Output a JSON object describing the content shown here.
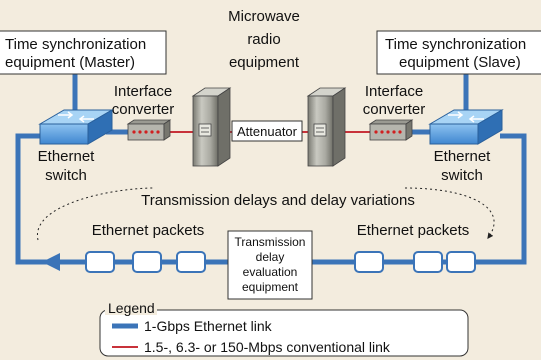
{
  "labels": {
    "master_box": [
      "Time synchronization",
      "equipment (Master)"
    ],
    "slave_box": [
      "Time synchronization",
      "equipment (Slave)"
    ],
    "microwave": [
      "Microwave",
      "radio",
      "equipment"
    ],
    "iface_left": [
      "Interface",
      "converter"
    ],
    "iface_right": [
      "Interface",
      "converter"
    ],
    "attenuator": "Attenuator",
    "switch_left": [
      "Ethernet",
      "switch"
    ],
    "switch_right": [
      "Ethernet",
      "switch"
    ],
    "transmission_delays": "Transmission delays and delay variations",
    "packets_left": "Ethernet packets",
    "packets_right": "Ethernet packets",
    "evaluation": [
      "Transmission",
      "delay",
      "evaluation",
      "equipment"
    ]
  },
  "legend": {
    "title": "Legend",
    "items": [
      {
        "label": "1-Gbps Ethernet link",
        "color": "#3b74b8",
        "style": "thick"
      },
      {
        "label": "1.5-, 6.3- or 150-Mbps conventional link",
        "color": "#c8323a",
        "style": "thin"
      }
    ]
  },
  "colors": {
    "background": "#f3ecde",
    "ethernet_link": "#3b74b8",
    "conventional_link": "#c8323a",
    "switch": "#4f96dd"
  }
}
